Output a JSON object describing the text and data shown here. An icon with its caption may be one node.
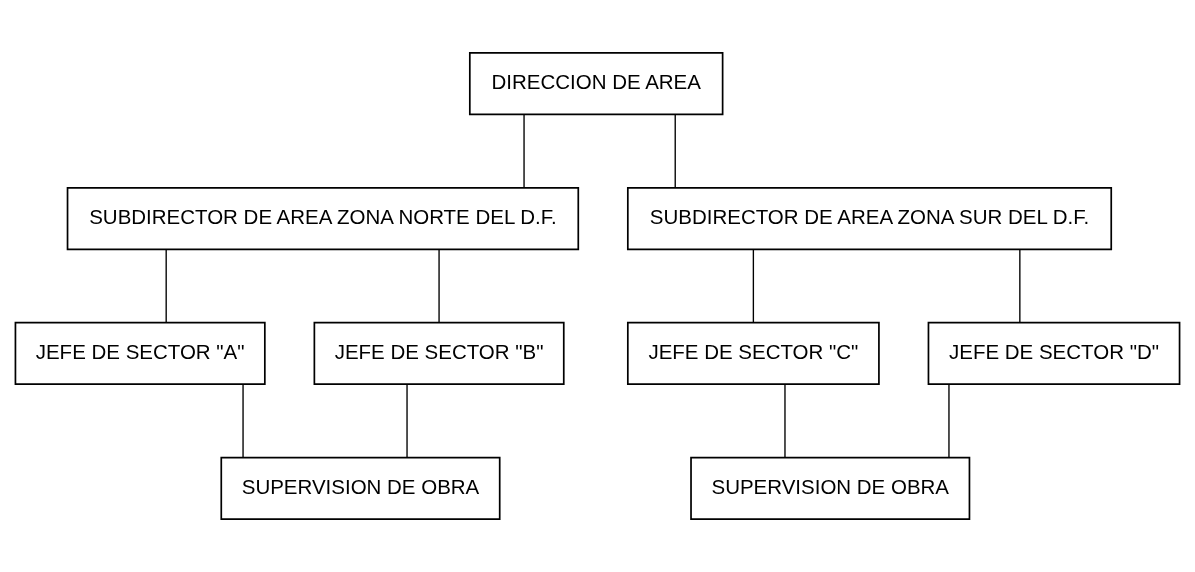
{
  "diagram": {
    "nodes": [
      {
        "text": [
          "DIRECCION DE AREA"
        ]
      },
      {
        "text": [
          "SUBDIRECTOR DE AREA ZONA NORTE DEL D.F."
        ]
      },
      {
        "text": [
          "SUBDIRECTOR DE AREA ZONA SUR DEL D.F."
        ]
      },
      {
        "text": [
          "JEFE DE SECTOR \"A\""
        ]
      },
      {
        "text": [
          "JEFE DE SECTOR \"B\""
        ]
      },
      {
        "text": [
          "JEFE DE SECTOR \"C\""
        ]
      },
      {
        "text": [
          "JEFE DE SECTOR \"D\""
        ]
      },
      {
        "text": [
          "SUPERVISION DE OBRA"
        ]
      },
      {
        "text": [
          "SUPERVISION DE OBRA"
        ]
      }
    ],
    "edges": [
      {
        "from": 0,
        "to": 1,
        "arrow": "none"
      },
      {
        "from": 0,
        "to": 2,
        "arrow": "none"
      },
      {
        "from": 1,
        "to": 3,
        "arrow": "none"
      },
      {
        "from": 1,
        "to": 4,
        "arrow": "none"
      },
      {
        "from": 2,
        "to": 5,
        "arrow": "none"
      },
      {
        "from": 2,
        "to": 6,
        "arrow": "none"
      },
      {
        "from": 3,
        "to": 7,
        "arrow": "none"
      },
      {
        "from": 4,
        "to": 7,
        "arrow": "none"
      },
      {
        "from": 5,
        "to": 8,
        "arrow": "none"
      },
      {
        "from": 6,
        "to": 8,
        "arrow": "none"
      }
    ]
  }
}
